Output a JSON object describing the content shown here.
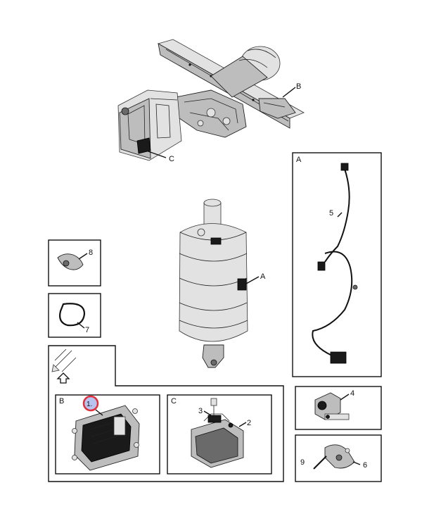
{
  "callouts": {
    "top_b": "B",
    "top_c": "C",
    "top_a": "A",
    "panel_a": "A",
    "panel_b": "B",
    "panel_c": "C",
    "part1": "1.",
    "part2": "2",
    "part3": "3",
    "part4": "4",
    "part5": "5",
    "part6": "6",
    "part7": "7",
    "part8": "8",
    "part9": "9"
  },
  "colors": {
    "line": "#111111",
    "highlight_ring": "#e0303a",
    "highlight_fill": "#b9c3f0"
  },
  "icons": [
    "view-direction-icon",
    "arrow-up-icon"
  ]
}
